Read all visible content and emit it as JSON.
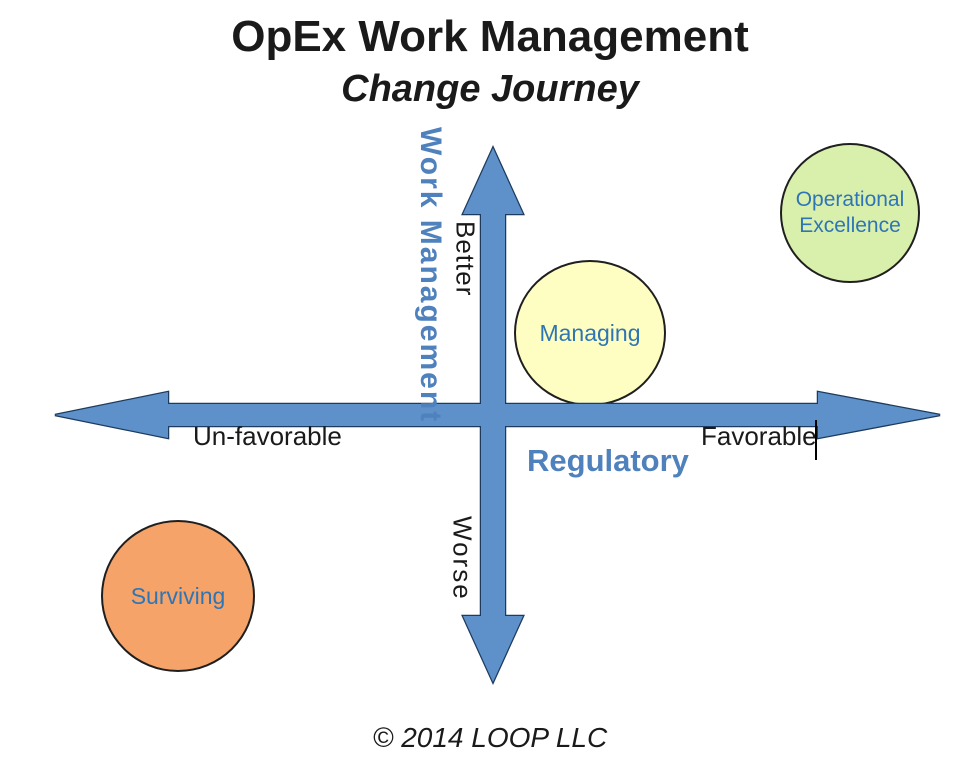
{
  "slide": {
    "title": "OpEx Work Management",
    "subtitle": "Change Journey",
    "footer": "© 2014 LOOP LLC"
  },
  "axes": {
    "vertical": {
      "label": "Work Management",
      "top_label": "Better",
      "bottom_label": "Worse"
    },
    "horizontal": {
      "label": "Regulatory",
      "left_label": "Un-favorable",
      "right_label": "Favorable"
    }
  },
  "bubbles": [
    {
      "label": "Operational Excellence",
      "fill": "#D9F0AD",
      "position": "top-right"
    },
    {
      "label": "Managing",
      "fill": "#FFFEC2",
      "position": "upper-center-right"
    },
    {
      "label": "Surviving",
      "fill": "#F5A368",
      "position": "bottom-left"
    }
  ],
  "colors": {
    "arrow_fill": "#5E90CA",
    "arrow_border": "#1C3B5E",
    "axis_label_blue": "#4F81BD",
    "bubble_text": "#2E75B6",
    "text_black": "#1A1A1A"
  }
}
